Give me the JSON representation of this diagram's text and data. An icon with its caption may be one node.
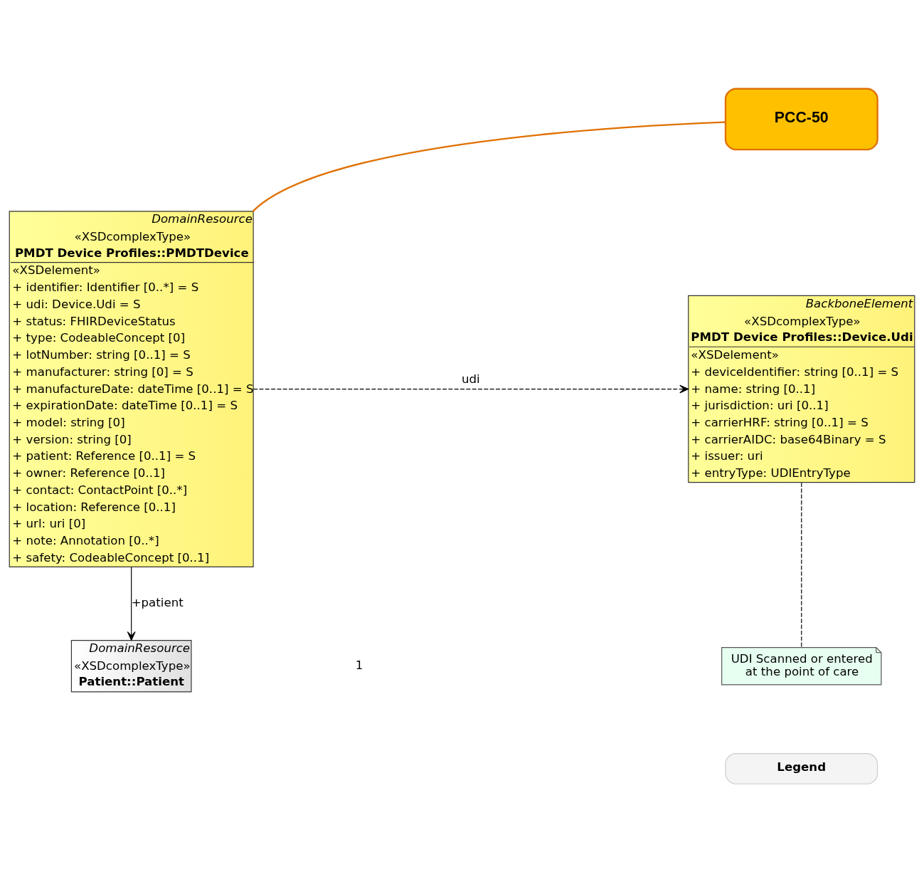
{
  "diagram": {
    "nodes": [
      {
        "text": [
          "DomainResource",
          "«XSDcomplexType»",
          "PMDT Device Profiles::PMDTDevice",
          "«XSDelement»",
          "+ identifier: Identifier [0..*] = S",
          "+ udi: Device.Udi = S",
          "+ status: FHIRDeviceStatus",
          "+ type: CodeableConcept [0]",
          "+ lotNumber: string [0..1] = S",
          "+ manufacturer: string [0] = S",
          "+ manufactureDate: dateTime [0..1] = S",
          "+ expirationDate: dateTime [0..1] = S",
          "+ model: string [0]",
          "+ version: string [0]",
          "+ patient: Reference [0..1] = S",
          "+ owner: Reference [0..1]",
          "+ contact: ContactPoint [0..*]",
          "+ location: Reference [0..1]",
          "+ url: uri [0]",
          "+ note: Annotation [0..*]",
          "+ safety: CodeableConcept [0..1]"
        ]
      },
      {
        "text": [
          "PCC-50"
        ]
      },
      {
        "text": [
          "BackboneElement",
          "«XSDcomplexType»",
          "PMDT Device Profiles::Device.Udi",
          "«XSDelement»",
          "+ deviceIdentifier: string [0..1] = S",
          "+ name: string [0..1]",
          "+ jurisdiction: uri [0..1]",
          "+ carrierHRF: string [0..1] = S",
          "+ carrierAIDC: base64Binary = S",
          "+ issuer: uri",
          "+ entryType: UDIEntryType"
        ]
      },
      {
        "text": [
          "UDI Scanned or entered at the point of care"
        ]
      },
      {
        "text": [
          "DomainResource",
          "«XSDcomplexType»",
          "Patient::Patient"
        ]
      },
      {
        "text": [
          "Legend"
        ]
      }
    ],
    "edges": [
      {
        "from": 1,
        "to": 0,
        "arrow": "none",
        "color": "#e07000"
      },
      {
        "from": 0,
        "to": 2,
        "arrow": "to",
        "label": "udi",
        "style": "dashed"
      },
      {
        "from": 2,
        "to": 3,
        "arrow": "none",
        "style": "dashed"
      },
      {
        "from": 0,
        "to": 4,
        "arrow": "to",
        "label": "+patient"
      }
    ],
    "labels": [
      "1"
    ]
  }
}
